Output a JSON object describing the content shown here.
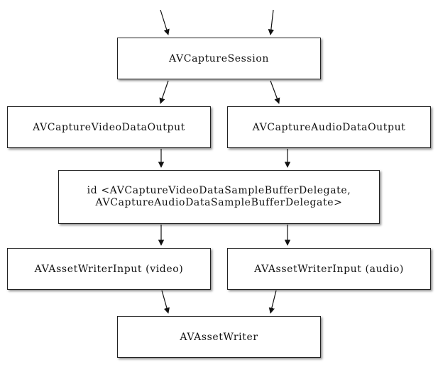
{
  "diagram": {
    "nodes": {
      "session": "AVCaptureSession",
      "video_output": "AVCaptureVideoDataOutput",
      "audio_output": "AVCaptureAudioDataOutput",
      "delegate_line1": "id <AVCaptureVideoDataSampleBufferDelegate,",
      "delegate_line2": "AVCaptureAudioDataSampleBufferDelegate>",
      "video_input": "AVAssetWriterInput (video)",
      "audio_input": "AVAssetWriterInput (audio)",
      "writer": "AVAssetWriter"
    },
    "edges": [
      {
        "from": "external",
        "to": "session"
      },
      {
        "from": "external",
        "to": "session"
      },
      {
        "from": "session",
        "to": "video_output"
      },
      {
        "from": "session",
        "to": "audio_output"
      },
      {
        "from": "video_output",
        "to": "delegate"
      },
      {
        "from": "audio_output",
        "to": "delegate"
      },
      {
        "from": "delegate",
        "to": "video_input"
      },
      {
        "from": "delegate",
        "to": "audio_input"
      },
      {
        "from": "video_input",
        "to": "writer"
      },
      {
        "from": "audio_input",
        "to": "writer"
      }
    ],
    "colors": {
      "border": "#222222",
      "arrow": "#111111",
      "background": "#ffffff"
    }
  }
}
